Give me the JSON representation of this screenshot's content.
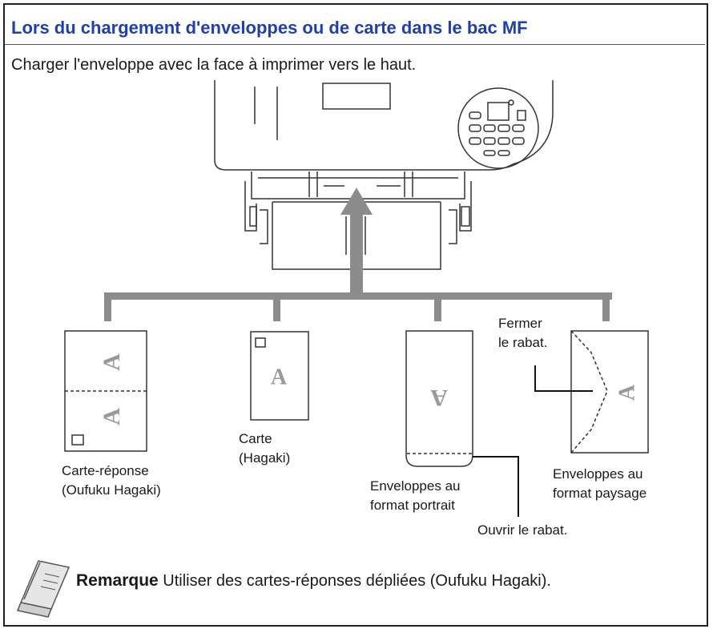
{
  "header": {
    "title": "Lors du chargement d'enveloppes ou de carte dans le bac MF"
  },
  "intro": "Charger l'enveloppe avec la face à imprimer vers le haut.",
  "items": [
    {
      "name": "Carte-réponse",
      "detail": "(Oufuku Hagaki)"
    },
    {
      "name": "Carte",
      "detail": "(Hagaki)"
    },
    {
      "name": "Enveloppes au",
      "detail": "format portrait"
    },
    {
      "name": "Enveloppes au",
      "detail": "format paysage"
    }
  ],
  "callouts": {
    "close_flap_1": "Fermer",
    "close_flap_2": "le rabat.",
    "open_flap": "Ouvrir le rabat."
  },
  "card_letter": "A",
  "note": {
    "label": "Remarque",
    "text": "Utiliser des cartes-réponses dépliées (Oufuku Hagaki)."
  },
  "colors": {
    "title": "#1f3fae",
    "arrow": "#8c8c8c",
    "letter": "#999999"
  }
}
